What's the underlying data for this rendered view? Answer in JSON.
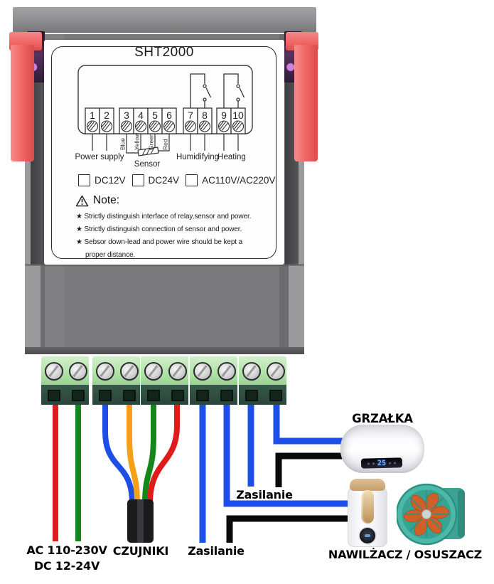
{
  "device_label": {
    "title": "SHT2000",
    "terminals": [
      "1",
      "2",
      "3",
      "4",
      "5",
      "6",
      "7",
      "8",
      "9",
      "10"
    ],
    "sensor_wire_colors": [
      "Blue",
      "Yellow",
      "Green",
      "Red"
    ],
    "group_labels": {
      "power": "Power supply",
      "sensor": "Sensor",
      "humidifying": "Humidifying",
      "heating": "Heating"
    },
    "power_options": [
      "DC12V",
      "DC24V",
      "AC110V/AC220V"
    ],
    "note": {
      "title": "Note:",
      "lines": [
        "★ Strictly distinguish interface of relay,sensor and power.",
        "★ Strictly distinguish connection of sensor and power.",
        "★ Sebsor down-lead and power wire should be kept a",
        "proper distance."
      ]
    }
  },
  "connections": {
    "power_input_line1": "AC 110-230V",
    "power_input_line2": "DC 12-24V",
    "sensor_cable": "CZUJNIKI",
    "supply_lower": "Zasilanie",
    "supply_mid": "Zasilanie",
    "heater": "GRZAŁKA",
    "humidifier": "NAWILŻACZ / OSUSZACZ"
  },
  "heater": {
    "display": "25"
  },
  "colors": {
    "wire_red": "#e01b1b",
    "wire_green": "#15871a",
    "wire_blue": "#1d4fe8",
    "wire_orange": "#f5a018",
    "wire_black": "#0a0a0a",
    "clip_red": "#ef6262",
    "terminal_green_light": "#aadfa2",
    "terminal_green_dark": "#2d4b3e",
    "fan_teal": "#45b2a2",
    "fan_blade_orange": "#d06028"
  }
}
